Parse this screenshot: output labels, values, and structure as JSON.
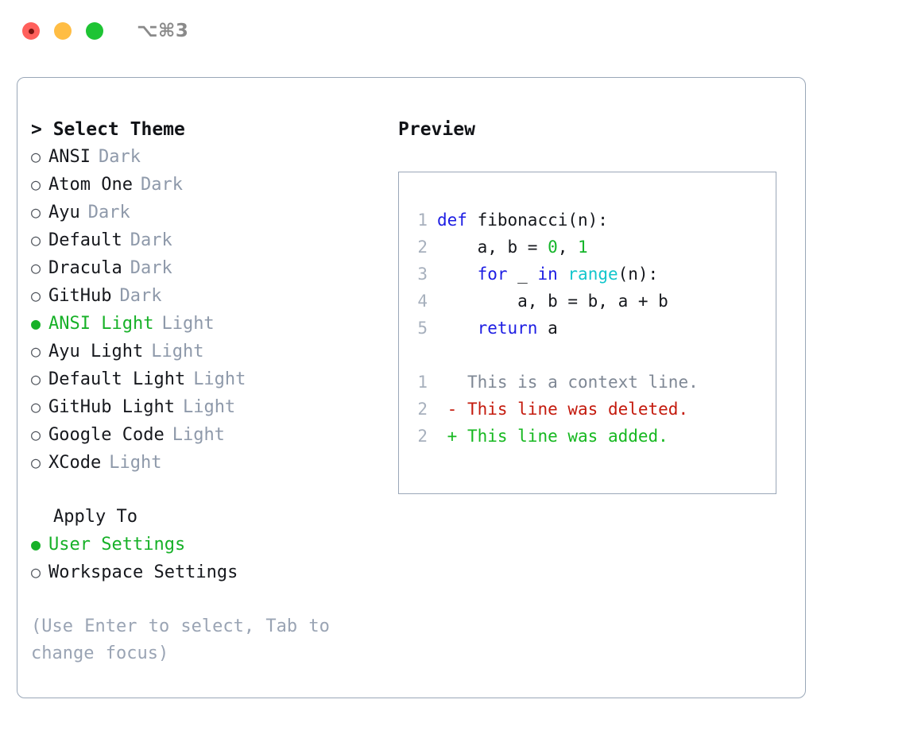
{
  "titlebar": {
    "shortcut": "⌥⌘3",
    "buttons": [
      {
        "name": "close",
        "color": "#ff605c"
      },
      {
        "name": "minimize",
        "color": "#ffbd44"
      },
      {
        "name": "maximize",
        "color": "#1ec434"
      }
    ]
  },
  "theme_selector": {
    "heading": "> Select Theme",
    "bullet_off": "○",
    "bullet_on": "●",
    "options": [
      {
        "name": "ANSI",
        "variant": "Dark",
        "selected": false
      },
      {
        "name": "Atom One",
        "variant": "Dark",
        "selected": false
      },
      {
        "name": "Ayu",
        "variant": "Dark",
        "selected": false
      },
      {
        "name": "Default",
        "variant": "Dark",
        "selected": false
      },
      {
        "name": "Dracula",
        "variant": "Dark",
        "selected": false
      },
      {
        "name": "GitHub",
        "variant": "Dark",
        "selected": false
      },
      {
        "name": "ANSI Light",
        "variant": "Light",
        "selected": true
      },
      {
        "name": "Ayu Light",
        "variant": "Light",
        "selected": false
      },
      {
        "name": "Default Light",
        "variant": "Light",
        "selected": false
      },
      {
        "name": "GitHub Light",
        "variant": "Light",
        "selected": false
      },
      {
        "name": "Google Code",
        "variant": "Light",
        "selected": false
      },
      {
        "name": "XCode",
        "variant": "Light",
        "selected": false
      }
    ]
  },
  "apply_to": {
    "heading": "Apply To",
    "options": [
      {
        "name": "User Settings",
        "selected": true
      },
      {
        "name": "Workspace Settings",
        "selected": false
      }
    ]
  },
  "hint": "(Use Enter to select, Tab to change focus)",
  "preview": {
    "heading": "Preview",
    "code_lines": [
      {
        "no": "1",
        "tokens": [
          {
            "t": "def",
            "c": "kw"
          },
          {
            "t": " fibonacci(n):",
            "c": "plain"
          }
        ]
      },
      {
        "no": "2",
        "tokens": [
          {
            "t": "    a, b = ",
            "c": "plain"
          },
          {
            "t": "0",
            "c": "num"
          },
          {
            "t": ", ",
            "c": "plain"
          },
          {
            "t": "1",
            "c": "num"
          }
        ]
      },
      {
        "no": "3",
        "tokens": [
          {
            "t": "    ",
            "c": "plain"
          },
          {
            "t": "for",
            "c": "kw"
          },
          {
            "t": " _ ",
            "c": "plain"
          },
          {
            "t": "in",
            "c": "kw"
          },
          {
            "t": " ",
            "c": "plain"
          },
          {
            "t": "range",
            "c": "bi"
          },
          {
            "t": "(n):",
            "c": "plain"
          }
        ]
      },
      {
        "no": "4",
        "tokens": [
          {
            "t": "        a, b = b, a + b",
            "c": "plain"
          }
        ]
      },
      {
        "no": "5",
        "tokens": [
          {
            "t": "    ",
            "c": "plain"
          },
          {
            "t": "return",
            "c": "kw"
          },
          {
            "t": " a",
            "c": "plain"
          }
        ]
      }
    ],
    "diff_lines": [
      {
        "no": "1",
        "marker": " ",
        "text": " This is a context line.",
        "kind": "ctx"
      },
      {
        "no": "2",
        "marker": "-",
        "text": " This line was deleted.",
        "kind": "del"
      },
      {
        "no": "2",
        "marker": "+",
        "text": " This line was added.",
        "kind": "add"
      }
    ]
  },
  "colors": {
    "accent_green": "#17b128",
    "muted_gray": "#8e99aa",
    "border": "#9aa7b8",
    "keyword_blue": "#1d1de3",
    "builtin_cyan": "#12c6cc",
    "number_green": "#15b52a",
    "diff_red": "#c41a0d",
    "diff_green": "#16b820",
    "text": "#16181d"
  }
}
